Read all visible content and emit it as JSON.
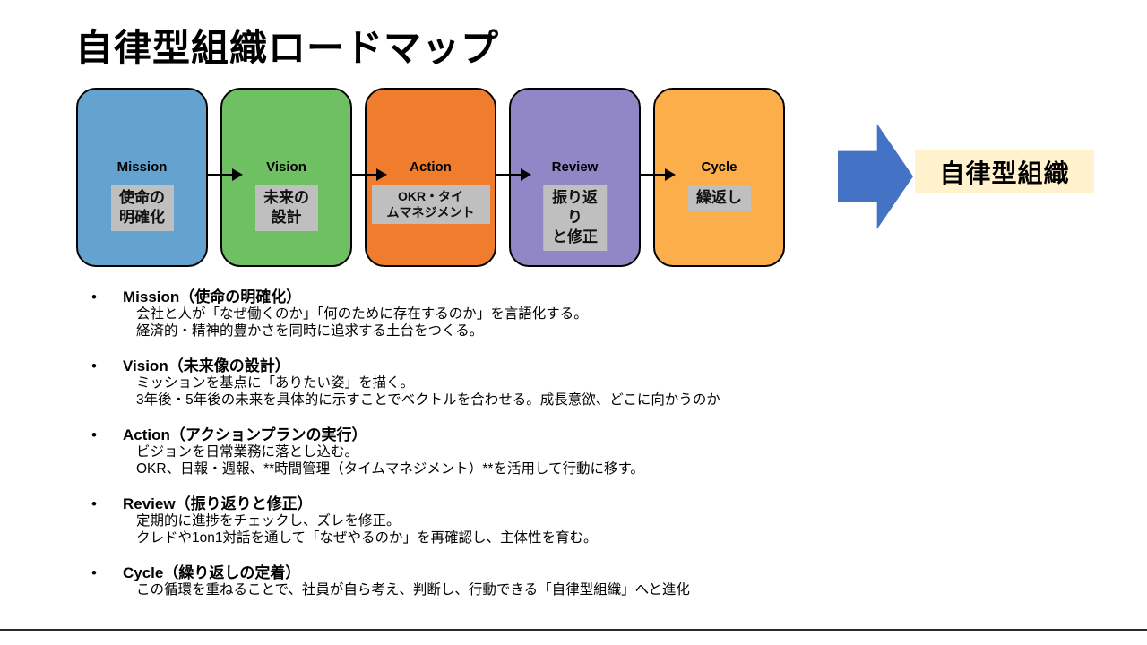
{
  "title": "自律型組織ロードマップ",
  "colors": {
    "stage_mission": "#64A2CF",
    "stage_vision": "#6EC063",
    "stage_action": "#F07D2D",
    "stage_review": "#9287C6",
    "stage_cycle": "#FBAE4A",
    "stage_inner_box": "#BFBFBF",
    "result_box_bg": "#FFF2CC",
    "big_arrow": "#4472C4"
  },
  "stages": [
    {
      "label": "Mission",
      "box": "使命の\n明確化"
    },
    {
      "label": "Vision",
      "box": "未来の\n設計"
    },
    {
      "label": "Action",
      "box": "OKR・タイ\nムマネジメント"
    },
    {
      "label": "Review",
      "box": "振り返り\nと修正"
    },
    {
      "label": "Cycle",
      "box": "繰返し"
    }
  ],
  "result": {
    "label": "自律型組織"
  },
  "bullets": [
    {
      "header": "Mission（使命の明確化）",
      "lines": [
        "会社と人が「なぜ働くのか」「何のために存在するのか」を言語化する。",
        "経済的・精神的豊かさを同時に追求する土台をつくる。"
      ]
    },
    {
      "header": "Vision（未来像の設計）",
      "lines": [
        "ミッションを基点に「ありたい姿」を描く。",
        "3年後・5年後の未来を具体的に示すことでベクトルを合わせる。成長意欲、どこに向かうのか"
      ]
    },
    {
      "header": "Action（アクションプランの実行）",
      "lines": [
        "ビジョンを日常業務に落とし込む。",
        "OKR、日報・週報、**時間管理（タイムマネジメント）**を活用して行動に移す。"
      ]
    },
    {
      "header": "Review（振り返りと修正）",
      "lines": [
        "定期的に進捗をチェックし、ズレを修正。",
        "クレドや1on1対話を通して「なぜやるのか」を再確認し、主体性を育む。"
      ]
    },
    {
      "header": "Cycle（繰り返しの定着）",
      "lines": [
        "この循環を重ねることで、社員が自ら考え、判断し、行動できる「自律型組織」へと進化"
      ]
    }
  ]
}
